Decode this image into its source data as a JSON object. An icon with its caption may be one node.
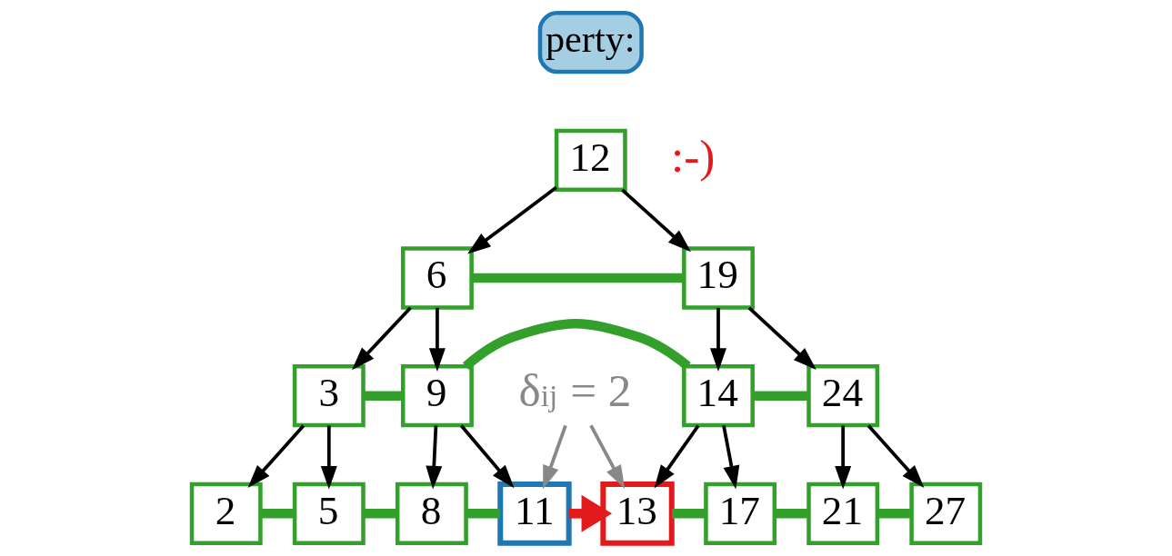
{
  "diagram": {
    "nodes": [
      {
        "text": [
          "perty:"
        ]
      },
      {
        "text": [
          "12"
        ]
      },
      {
        "text": [
          "6"
        ]
      },
      {
        "text": [
          "19"
        ]
      },
      {
        "text": [
          "3"
        ]
      },
      {
        "text": [
          "9"
        ]
      },
      {
        "text": [
          "14"
        ]
      },
      {
        "text": [
          "24"
        ]
      },
      {
        "text": [
          "2"
        ]
      },
      {
        "text": [
          "5"
        ]
      },
      {
        "text": [
          "8"
        ]
      },
      {
        "text": [
          "11"
        ]
      },
      {
        "text": [
          "13"
        ]
      },
      {
        "text": [
          "17"
        ]
      },
      {
        "text": [
          "21"
        ]
      },
      {
        "text": [
          "27"
        ]
      },
      {
        "text": [
          "δ$_{ij}$ = 2"
        ]
      }
    ],
    "edges": [
      {
        "from": 1,
        "to": 2,
        "arrow": "to"
      },
      {
        "from": 1,
        "to": 3,
        "arrow": "to"
      },
      {
        "from": 2,
        "to": 3,
        "arrow": "none",
        "style": "thick",
        "color": "#33a02c"
      },
      {
        "from": 2,
        "to": 4,
        "arrow": "to"
      },
      {
        "from": 2,
        "to": 5,
        "arrow": "to"
      },
      {
        "from": 3,
        "to": 6,
        "arrow": "to"
      },
      {
        "from": 3,
        "to": 7,
        "arrow": "to"
      },
      {
        "from": 4,
        "to": 5,
        "arrow": "none",
        "style": "thick",
        "color": "#33a02c"
      },
      {
        "from": 5,
        "to": 6,
        "arrow": "none",
        "style": "thick",
        "color": "#33a02c"
      },
      {
        "from": 6,
        "to": 7,
        "arrow": "none",
        "style": "thick",
        "color": "#33a02c"
      },
      {
        "from": 4,
        "to": 8,
        "arrow": "to"
      },
      {
        "from": 4,
        "to": 9,
        "arrow": "to"
      },
      {
        "from": 5,
        "to": 10,
        "arrow": "to"
      },
      {
        "from": 5,
        "to": 11,
        "arrow": "to"
      },
      {
        "from": 6,
        "to": 12,
        "arrow": "to"
      },
      {
        "from": 6,
        "to": 13,
        "arrow": "to"
      },
      {
        "from": 7,
        "to": 14,
        "arrow": "to"
      },
      {
        "from": 7,
        "to": 15,
        "arrow": "to"
      },
      {
        "from": 16,
        "to": 11,
        "arrow": "to",
        "color": "#888888"
      },
      {
        "from": 16,
        "to": 12,
        "arrow": "to",
        "color": "#888888"
      },
      {
        "from": 8,
        "to": 9,
        "arrow": "none",
        "style": "thick",
        "color": "#33a02c"
      },
      {
        "from": 9,
        "to": 10,
        "arrow": "none",
        "style": "thick",
        "color": "#33a02c"
      },
      {
        "from": 10,
        "to": 11,
        "arrow": "none",
        "style": "thick",
        "color": "#33a02c"
      },
      {
        "from": 11,
        "to": 12,
        "arrow": "to",
        "style": "thick",
        "color": "#e31a1c"
      },
      {
        "from": 12,
        "to": 13,
        "arrow": "none",
        "style": "thick",
        "color": "#33a02c"
      },
      {
        "from": 13,
        "to": 14,
        "arrow": "none",
        "style": "thick",
        "color": "#33a02c"
      },
      {
        "from": 14,
        "to": 15,
        "arrow": "none",
        "style": "thick",
        "color": "#33a02c"
      }
    ],
    "labels": [
      ":-)"
    ]
  }
}
